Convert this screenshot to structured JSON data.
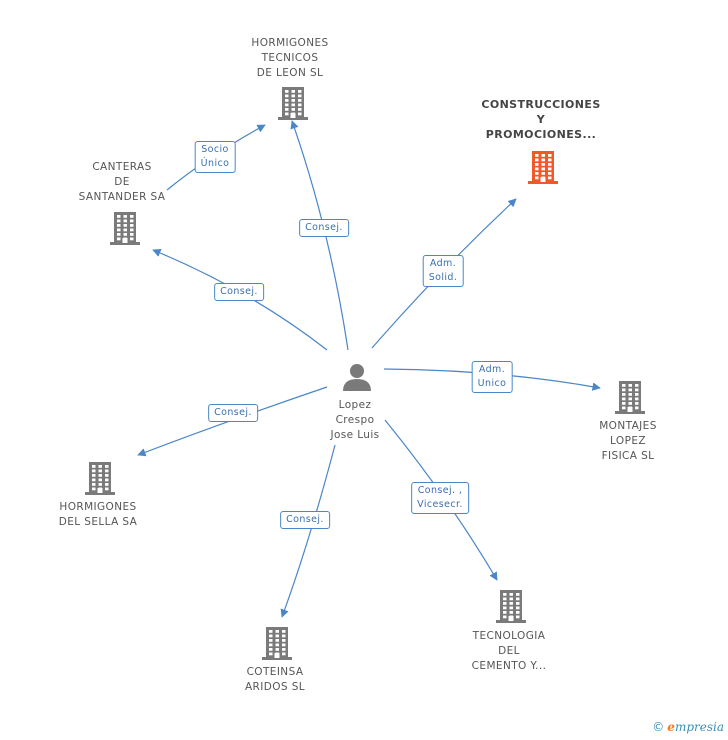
{
  "center": {
    "name_lines": [
      "Lopez",
      "Crespo",
      "Jose Luis"
    ],
    "icon": "person-icon"
  },
  "companies": [
    {
      "id": "hormigones_tecnicos",
      "lines": [
        "HORMIGONES",
        "TECNICOS",
        "DE LEON SL"
      ],
      "icon": "building-icon",
      "highlight": false
    },
    {
      "id": "construcciones",
      "lines": [
        "CONSTRUCCIONES",
        "Y",
        "PROMOCIONES..."
      ],
      "icon": "building-icon",
      "highlight": true
    },
    {
      "id": "canteras",
      "lines": [
        "CANTERAS",
        "DE",
        "SANTANDER SA"
      ],
      "icon": "building-icon",
      "highlight": false
    },
    {
      "id": "montajes",
      "lines": [
        "MONTAJES",
        "LOPEZ",
        "FISICA SL"
      ],
      "icon": "building-icon",
      "highlight": false
    },
    {
      "id": "hormigones_sella",
      "lines": [
        "HORMIGONES",
        "DEL SELLA SA"
      ],
      "icon": "building-icon",
      "highlight": false
    },
    {
      "id": "coteinsa",
      "lines": [
        "COTEINSA",
        "ARIDOS  SL"
      ],
      "icon": "building-icon",
      "highlight": false
    },
    {
      "id": "tecnologia",
      "lines": [
        "TECNOLOGIA",
        "DEL",
        "CEMENTO Y..."
      ],
      "icon": "building-icon",
      "highlight": false
    }
  ],
  "relations": [
    {
      "from": "center",
      "to": "hormigones_tecnicos",
      "label_lines": [
        "Consej."
      ]
    },
    {
      "from": "center",
      "to": "construcciones",
      "label_lines": [
        "Adm.",
        "Solid."
      ]
    },
    {
      "from": "center",
      "to": "canteras",
      "label_lines": [
        "Consej."
      ]
    },
    {
      "from": "canteras",
      "to": "hormigones_tecnicos",
      "label_lines": [
        "Socio",
        "Único"
      ]
    },
    {
      "from": "center",
      "to": "montajes",
      "label_lines": [
        "Adm.",
        "Unico"
      ]
    },
    {
      "from": "center",
      "to": "hormigones_sella",
      "label_lines": [
        "Consej."
      ]
    },
    {
      "from": "center",
      "to": "coteinsa",
      "label_lines": [
        "Consej."
      ]
    },
    {
      "from": "center",
      "to": "tecnologia",
      "label_lines": [
        "Consej. ,",
        "Vicesecr."
      ]
    }
  ],
  "colors": {
    "edge": "#4a86c8",
    "building": "#7a7a7a",
    "building_highlight": "#f05a28",
    "person": "#7a7a7a"
  },
  "footer": {
    "copyright": "©",
    "brand_initial": "e",
    "brand_rest": "mpresia"
  }
}
